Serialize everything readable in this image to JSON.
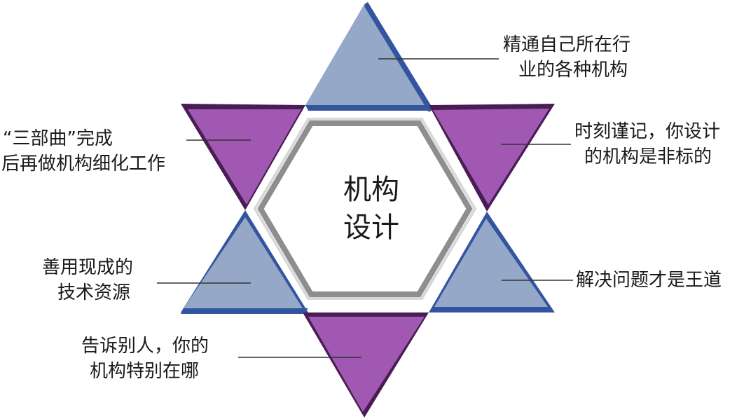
{
  "center": {
    "line1": "机构",
    "line2": "设计"
  },
  "points": {
    "top": {
      "line1": "精通自己所在行",
      "line2": "业的各种机构"
    },
    "upper_left": {
      "line1": "“三部曲”完成",
      "line2": "后再做机构细化工作"
    },
    "upper_right": {
      "line1": "时刻谨记，你设计",
      "line2": "的机构是非标的"
    },
    "lower_left": {
      "line1": "善用现成的",
      "line2": "技术资源"
    },
    "lower_right": {
      "line1": "解决问题才是王道"
    },
    "bottom": {
      "line1": "告诉别人，你的",
      "line2": "机构特别在哪"
    }
  },
  "colors": {
    "blue_fill": "#95a8c8",
    "blue_edge": "#3355a0",
    "purple_fill": "#a158b3",
    "purple_edge": "#4a1c55",
    "hex_stroke": "#8e8e8e",
    "line": "#333333"
  }
}
